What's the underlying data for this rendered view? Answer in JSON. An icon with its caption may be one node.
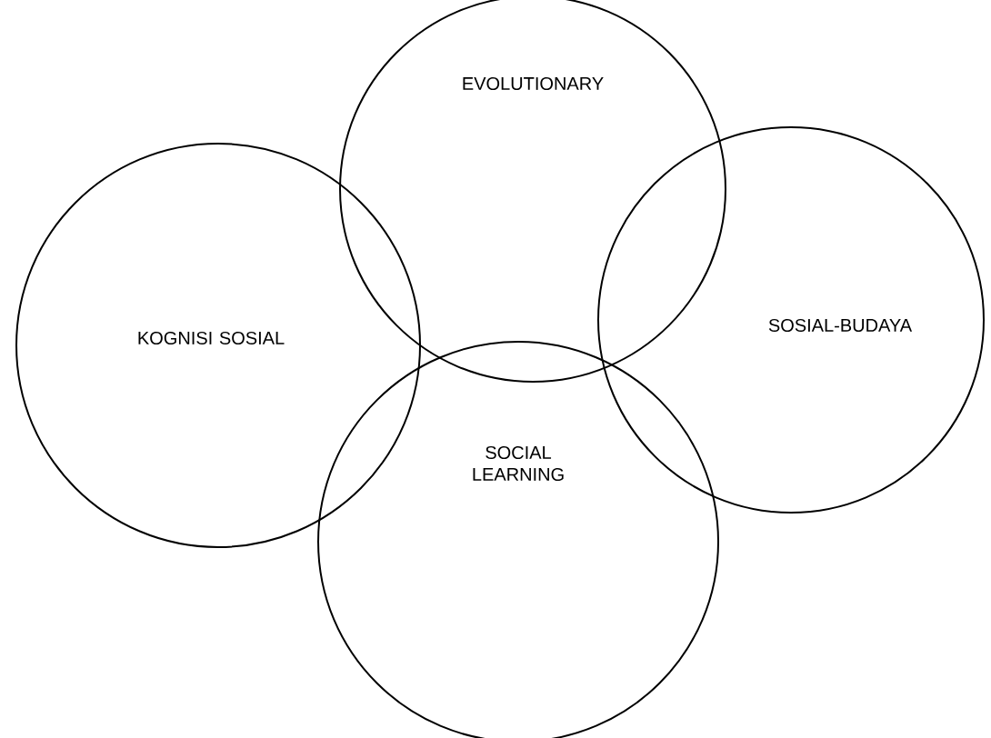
{
  "diagram": {
    "nodes": [
      {
        "text": [
          "EVOLUTIONARY"
        ]
      },
      {
        "text": [
          "KOGNISI SOSIAL"
        ]
      },
      {
        "text": [
          "SOSIAL-BUDAYA"
        ]
      },
      {
        "text": [
          "SOCIAL LEARNING"
        ]
      }
    ]
  }
}
